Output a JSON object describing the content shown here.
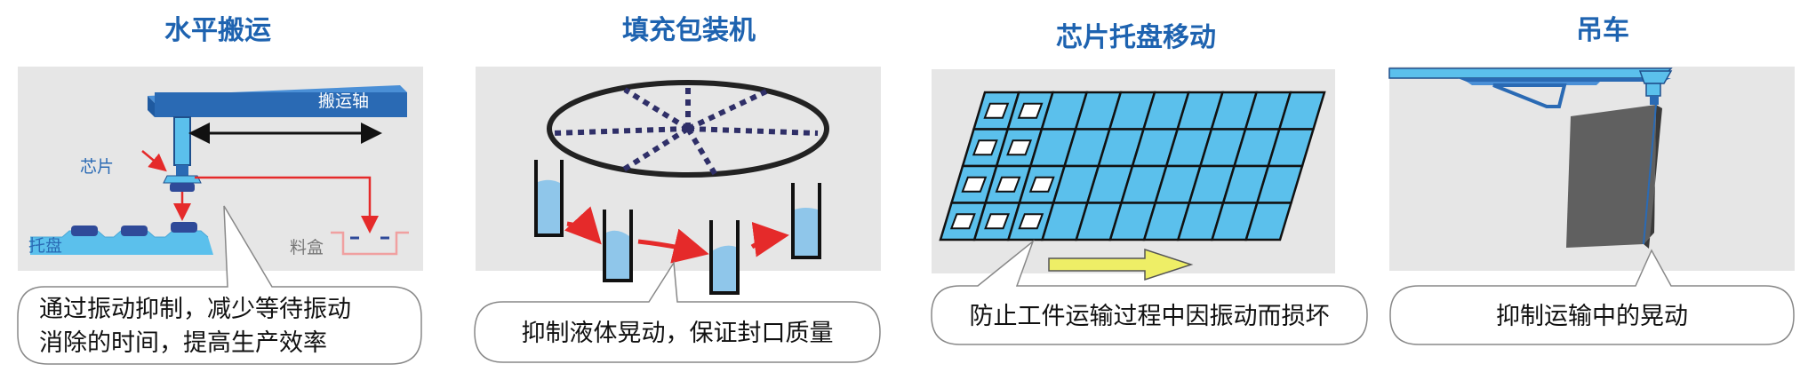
{
  "colors": {
    "title": "#1e63b0",
    "panel_bg": "#e6e6e6",
    "blue_dark": "#2a6ab4",
    "blue_light": "#5bc0ec",
    "liquid": "#8fc6ea",
    "red": "#e52a2a",
    "navy": "#2f2f68",
    "yellow": "#eeee66",
    "chip_dark": "#2f4a99"
  },
  "panels": [
    {
      "title": "水平搬运",
      "labels": {
        "axis": "搬运轴",
        "chip": "芯片",
        "tray": "托盘",
        "bin": "料盒"
      },
      "caption": [
        "通过振动抑制，减少等待振动",
        "消除的时间，提高生产效率"
      ]
    },
    {
      "title": "填充包装机",
      "caption": [
        "抑制液体晃动，保证封口质量"
      ]
    },
    {
      "title": "芯片托盘移动",
      "caption": [
        "防止工件运输过程中因振动而损坏"
      ]
    },
    {
      "title": "吊车",
      "caption": [
        "抑制运输中的晃动"
      ]
    }
  ]
}
